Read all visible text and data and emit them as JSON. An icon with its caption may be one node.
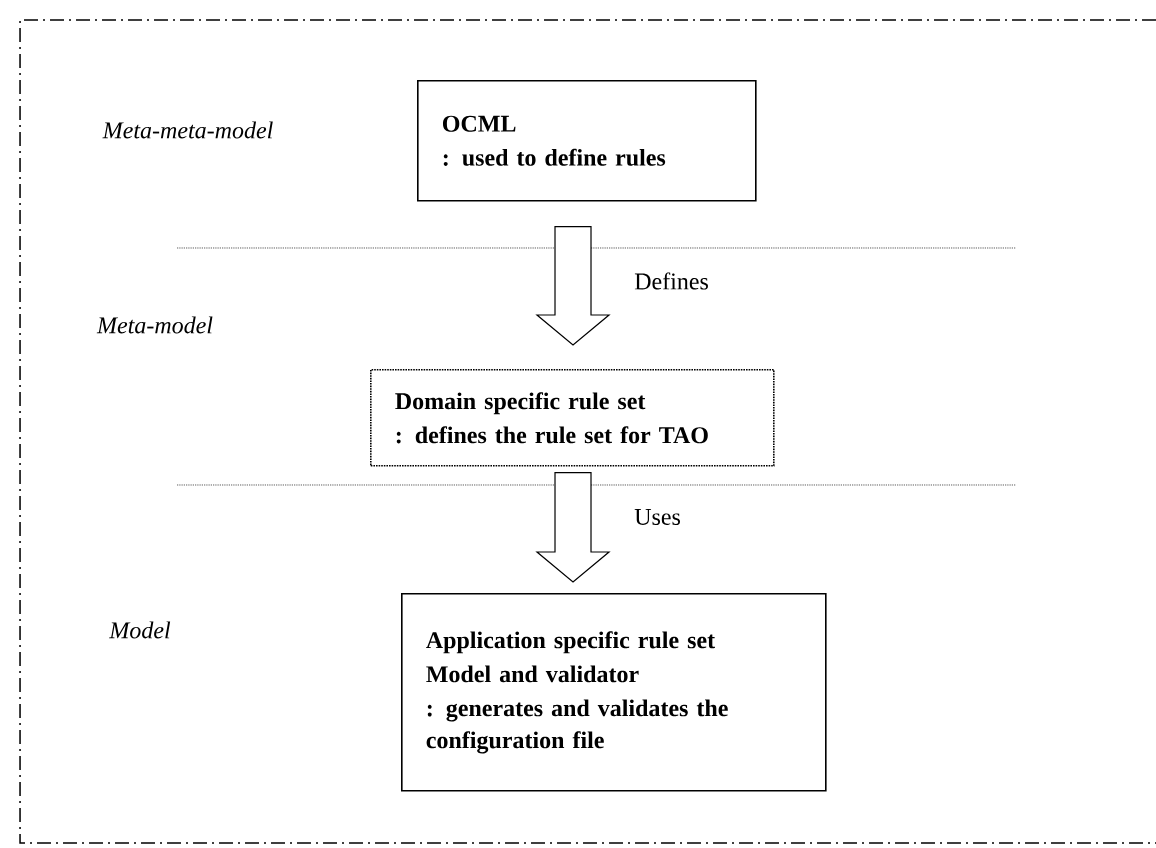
{
  "diagram": {
    "nodes": [
      {
        "text": [
          "OCML",
          ": used to define rules"
        ]
      },
      {
        "text": [
          "Domain specific rule set",
          ": defines the rule set for TAO"
        ]
      },
      {
        "text": [
          "Application specific rule set",
          "Model and validator",
          ": generates and validates the configuration file"
        ]
      }
    ],
    "edges": [
      {
        "from": 0,
        "to": 1,
        "arrow": "to",
        "label": "Defines"
      },
      {
        "from": 1,
        "to": 2,
        "arrow": "to",
        "label": "Uses"
      }
    ],
    "labels": [
      "Meta-meta-model",
      "Meta-model",
      "Model"
    ]
  }
}
